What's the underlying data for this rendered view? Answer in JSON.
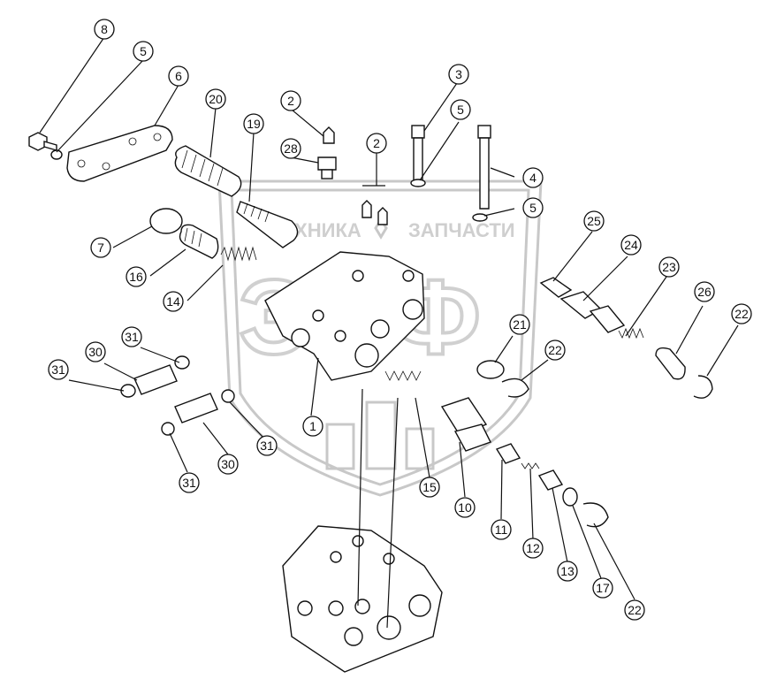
{
  "watermark": {
    "left_text": "ТЕХНИКА",
    "right_text": "ЗАПЧАСТИ",
    "logo_text": "ЭПФ"
  },
  "callouts": [
    {
      "label": "8"
    },
    {
      "label": "5"
    },
    {
      "label": "6"
    },
    {
      "label": "20"
    },
    {
      "label": "19"
    },
    {
      "label": "2"
    },
    {
      "label": "28"
    },
    {
      "label": "2"
    },
    {
      "label": "3"
    },
    {
      "label": "5"
    },
    {
      "label": "4"
    },
    {
      "label": "5"
    },
    {
      "label": "7"
    },
    {
      "label": "16"
    },
    {
      "label": "14"
    },
    {
      "label": "25"
    },
    {
      "label": "24"
    },
    {
      "label": "23"
    },
    {
      "label": "26"
    },
    {
      "label": "22"
    },
    {
      "label": "21"
    },
    {
      "label": "22"
    },
    {
      "label": "31"
    },
    {
      "label": "30"
    },
    {
      "label": "31"
    },
    {
      "label": "1"
    },
    {
      "label": "30"
    },
    {
      "label": "31"
    },
    {
      "label": "31"
    },
    {
      "label": "15"
    },
    {
      "label": "10"
    },
    {
      "label": "11"
    },
    {
      "label": "12"
    },
    {
      "label": "13"
    },
    {
      "label": "17"
    },
    {
      "label": "22"
    }
  ]
}
